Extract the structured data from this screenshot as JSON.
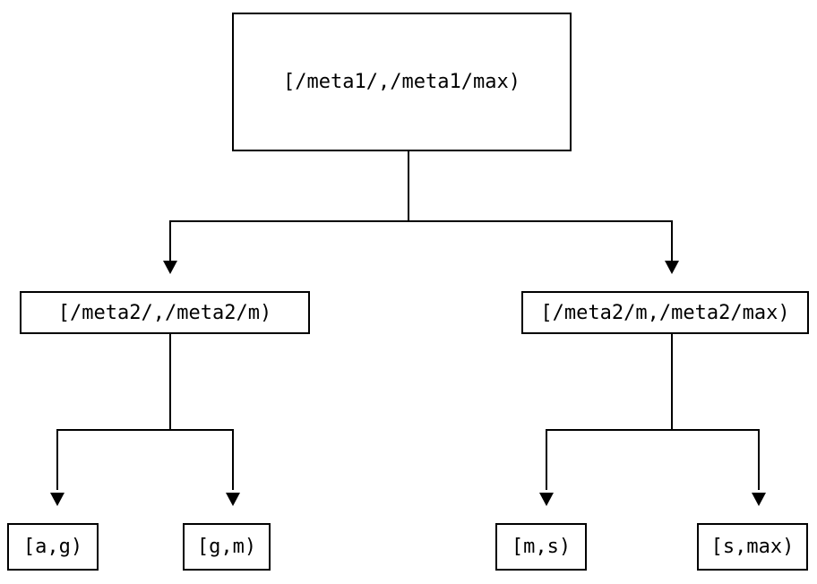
{
  "diagram": {
    "type": "tree",
    "background_color": "#ffffff",
    "line_color": "#000000",
    "text_color": "#000000",
    "nodes": {
      "root": {
        "label": "[/meta1/,/meta1/max)"
      },
      "meta2_low": {
        "label": "[/meta2/,/meta2/m)"
      },
      "meta2_high": {
        "label": "[/meta2/m,/meta2/max)"
      },
      "leaf_ag": {
        "label": "[a,g)"
      },
      "leaf_gm": {
        "label": "[g,m)"
      },
      "leaf_ms": {
        "label": "[m,s)"
      },
      "leaf_smax": {
        "label": "[s,max)"
      }
    },
    "edges": [
      {
        "from": "root",
        "to": "meta2_low",
        "arrow": "down"
      },
      {
        "from": "root",
        "to": "meta2_high",
        "arrow": "down"
      },
      {
        "from": "meta2_low",
        "to": "leaf_ag",
        "arrow": "down"
      },
      {
        "from": "meta2_low",
        "to": "leaf_gm",
        "arrow": "down"
      },
      {
        "from": "meta2_high",
        "to": "leaf_ms",
        "arrow": "down"
      },
      {
        "from": "meta2_high",
        "to": "leaf_smax",
        "arrow": "down"
      }
    ]
  }
}
